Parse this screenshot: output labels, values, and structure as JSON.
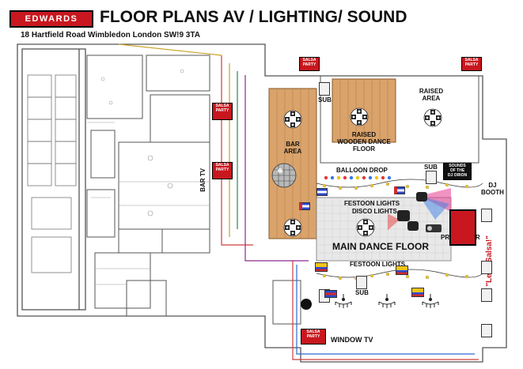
{
  "header": {
    "logo_text": "EDWARDS",
    "title": "FLOOR PLANS AV / LIGHTING/ SOUND",
    "address": "18 Hartfield Road Wimbledon London SW!9 3TA"
  },
  "labels": {
    "bar_area": "BAR\nAREA",
    "raised_wooden_dance_floor": "RAISED\nWOODEN DANCE\nFLOOR",
    "raised_area": "RAISED\nAREA",
    "bar_tv": "BAR TV",
    "balloon_drop": "BALLOON DROP",
    "festoon_lights_top": "FESTOON LIGHTS",
    "disco_lights": "DISCO LIGHTS",
    "projector": "PROJECTOR",
    "main_dance_floor": "MAIN DANCE FLOOR",
    "festoon_lights_bottom": "FESTOON LIGHTS",
    "window_tv": "WINDOW TV",
    "dj_booth": "DJ\nBOOTH",
    "lets_salsa": "\"Let's Salsa!\"",
    "sub": "SUB",
    "sounds_of_dj_orion": "SOUNDS\nOF THE\nDJ ORION",
    "salsa_party": "SALSA\nPARTY"
  },
  "colors": {
    "brand_red": "#c8171e",
    "wood": "#d9a36b",
    "dance_floor_gray": "#e8e8e8",
    "plan_lines": "#555555",
    "accent_line": "#d23c3c"
  },
  "icons": {
    "speaker": "speaker-cluster-icon",
    "sub": "subwoofer-icon",
    "disco_ball": "disco-ball-icon",
    "chandelier": "chandelier-icon",
    "flag": "flag-icon",
    "projector": "projector-icon"
  }
}
